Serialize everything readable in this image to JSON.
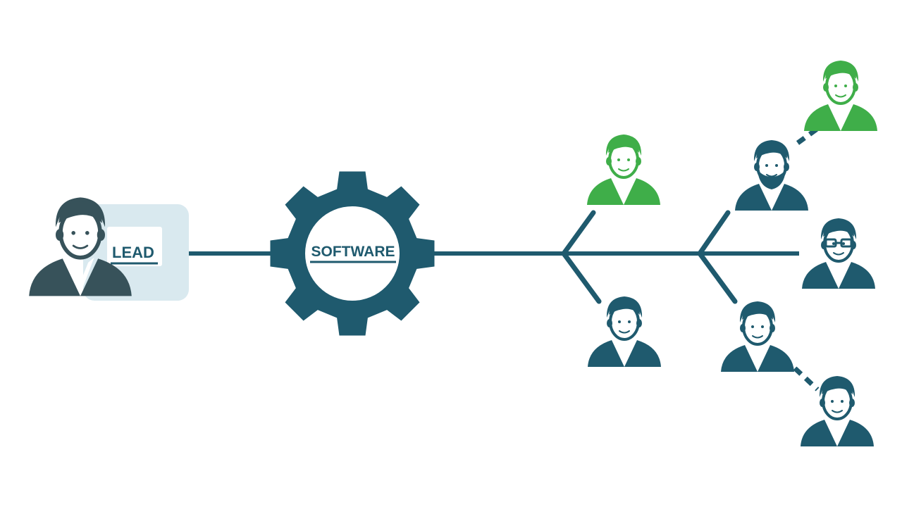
{
  "lead": {
    "label": "LEAD"
  },
  "engine": {
    "label": "SOFTWARE"
  },
  "colors": {
    "primary": "#1f5a6e",
    "accent": "#3fae49",
    "card": "#d9e9ef",
    "background": "#ffffff"
  },
  "icons": {
    "lead": "person-icon",
    "engine": "gear-icon",
    "recipients": "person-icon"
  },
  "recipients": [
    {
      "id": "upper-inner",
      "color": "accent"
    },
    {
      "id": "lower-inner",
      "color": "primary"
    },
    {
      "id": "bearded",
      "color": "primary"
    },
    {
      "id": "glasses",
      "color": "primary"
    },
    {
      "id": "lower-middle",
      "color": "primary"
    },
    {
      "id": "top-right",
      "color": "accent"
    },
    {
      "id": "bottom-right",
      "color": "primary"
    }
  ]
}
